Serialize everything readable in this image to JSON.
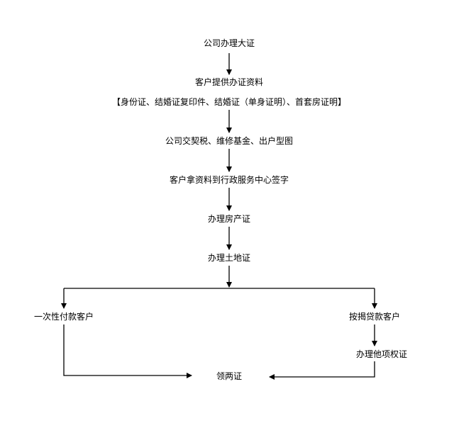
{
  "flowchart": {
    "steps": {
      "s1": "公司办理大证",
      "s2": "客户提供办证资料",
      "s2_detail": "【身份证、结婚证复印件、结婚证（单身证明）、首套房证明】",
      "s3": "公司交契税、维修基金、出户型图",
      "s4": "客户拿资料到行政服务中心签字",
      "s5": "办理房产证",
      "s6": "办理土地证",
      "left_branch": "一次性付款客户",
      "right_branch": "按揭贷款客户",
      "right_step": "办理他项权证",
      "final": "领两证"
    },
    "colors": {
      "line": "#000000",
      "text": "#000000",
      "background": "#ffffff"
    }
  }
}
